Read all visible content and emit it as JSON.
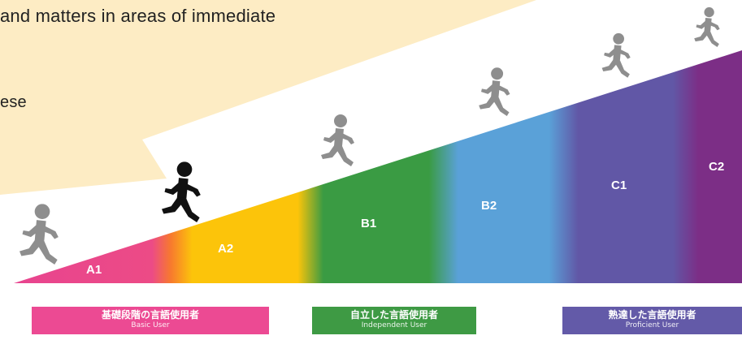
{
  "speech_bubble": {
    "line1": "and matters in areas of immediate",
    "line2": "ese",
    "fill": "#fdecc4"
  },
  "levels": [
    {
      "label": "A1",
      "color": "#e8448f"
    },
    {
      "label": "A2",
      "color": "#fcc40a"
    },
    {
      "label": "B1",
      "color": "#3a9b43"
    },
    {
      "label": "B2",
      "color": "#5aa1d8"
    },
    {
      "label": "C1",
      "color": "#6157a6"
    },
    {
      "label": "C2",
      "color": "#7c2e86"
    }
  ],
  "categories": [
    {
      "jp": "基礎段階の言語使用者",
      "en": "Basic User",
      "color": "#ec4a93"
    },
    {
      "jp": "自立した言語使用者",
      "en": "Independent User",
      "color": "#3e9a44"
    },
    {
      "jp": "熟達した言語使用者",
      "en": "Proficient User",
      "color": "#635aa8"
    }
  ],
  "runners": {
    "highlight_color": "#111111",
    "default_color": "#8e8e8e"
  }
}
